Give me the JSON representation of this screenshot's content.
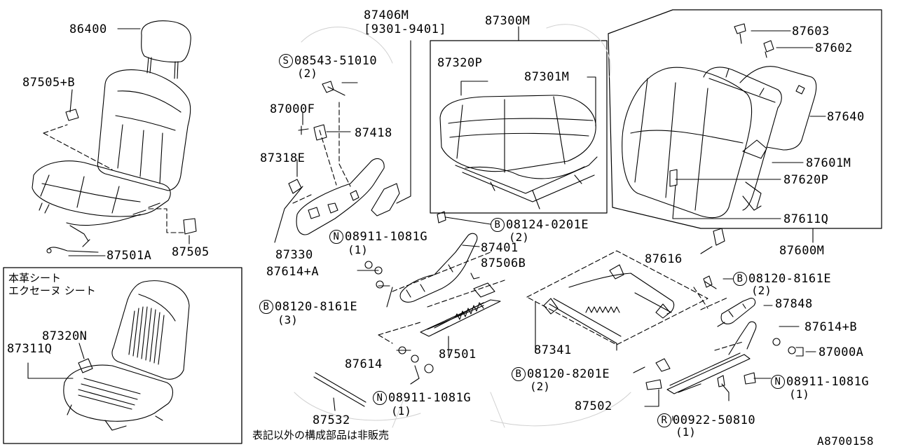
{
  "parts": {
    "p86400": "86400",
    "p87505b": "87505+B",
    "p87501a": "87501A",
    "p87505": "87505",
    "p87406m": "87406M",
    "p87406m_range": "[9301-9401]",
    "p87300m": "87300M",
    "p87320p": "87320P",
    "p87301m": "87301M",
    "s08543": "08543-51010",
    "s08543_qty": "(2)",
    "p87000f": "87000F",
    "p87418": "87418",
    "p87318e": "87318E",
    "p87330": "87330",
    "n08911_a": "08911-1081G",
    "n08911_a_qty": "(1)",
    "p87614a": "87614+A",
    "b08120_a": "08120-8161E",
    "b08120_a_qty": "(3)",
    "b08124": "08124-0201E",
    "b08124_qty": "(2)",
    "p87401": "87401",
    "p87506b": "87506B",
    "p87501": "87501",
    "p87614": "87614",
    "n08911_b": "08911-1081G",
    "n08911_b_qty": "(1)",
    "p87532": "87532",
    "p87341": "87341",
    "p87603": "87603",
    "p87602": "87602",
    "p87640": "87640",
    "p87601m": "87601M",
    "p87620p": "87620P",
    "p87611q": "87611Q",
    "p87616": "87616",
    "p87600m": "87600M",
    "b08120_b": "08120-8161E",
    "b08120_b_qty": "(2)",
    "p87848": "87848",
    "p87614b": "87614+B",
    "p87000a": "87000A",
    "b08120_c": "08120-8201E",
    "b08120_c_qty": "(2)",
    "n08911_c": "08911-1081G",
    "n08911_c_qty": "(1)",
    "p87502": "87502",
    "r00922": "00922-50810",
    "r00922_qty": "(1)",
    "p87320n": "87320N",
    "p87311q": "87311Q"
  },
  "symbols": {
    "s": "S",
    "n": "N",
    "b": "B",
    "r": "R"
  },
  "inset": {
    "title_line1": "本革シート",
    "title_line2": "エクセーヌ シート"
  },
  "footer": {
    "note": "表記以外の構成部品は非販売",
    "diagram_id": "A8700158"
  }
}
